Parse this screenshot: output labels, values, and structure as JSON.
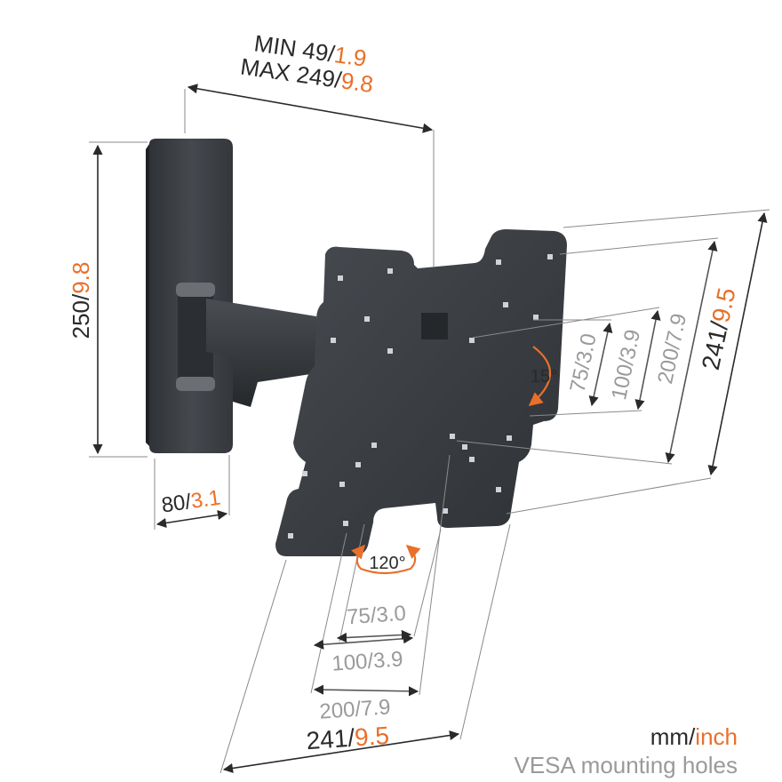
{
  "wall_depth": {
    "min_label": "MIN 49/",
    "min_inch": "1.9",
    "max_label": "MAX 249/",
    "max_inch": "9.8"
  },
  "wall_height": {
    "mm": "250/",
    "inch": "9.8"
  },
  "wall_width": {
    "mm": "80/",
    "inch": "3.1"
  },
  "tilt_angle": "15°",
  "swivel_angle": "120°",
  "vesa_right": [
    {
      "mm": "75/",
      "inch": "3.0"
    },
    {
      "mm": "100/",
      "inch": "3.9"
    },
    {
      "mm": "200/",
      "inch": "7.9"
    },
    {
      "mm": "241/",
      "inch": "9.5"
    }
  ],
  "vesa_bottom": [
    {
      "mm": "75/",
      "inch": "3.0"
    },
    {
      "mm": "100/",
      "inch": "3.9"
    },
    {
      "mm": "200/",
      "inch": "7.9"
    },
    {
      "mm": "241/",
      "inch": "9.5"
    }
  ],
  "units": {
    "mm": "mm/",
    "inch": "inch"
  },
  "caption": "VESA mounting holes",
  "colors": {
    "dark": "#2a2a2a",
    "accent": "#e8702a",
    "grey": "#9a9a9a",
    "product": "#3a3d42"
  }
}
